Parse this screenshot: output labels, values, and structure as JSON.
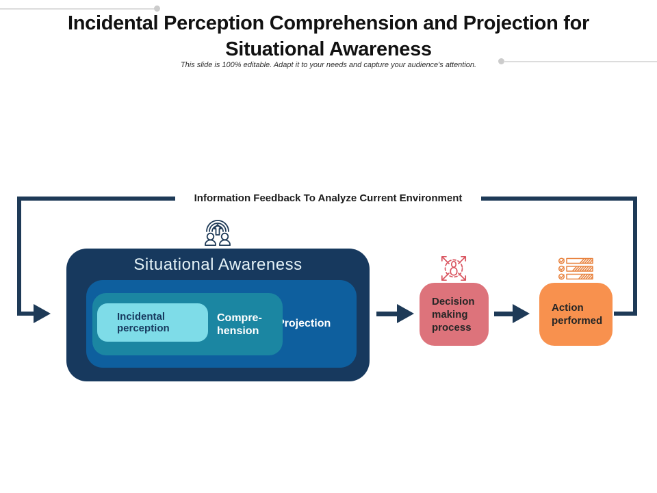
{
  "slide": {
    "title_lines": [
      "Incidental Perception Comprehension and Projection for",
      "Situational Awareness"
    ],
    "subtitle": "This slide is 100% editable. Adapt it to your needs and capture your audience's attention."
  },
  "feedback": {
    "label": "Information Feedback To Analyze Current Environment"
  },
  "awareness": {
    "title": "Situational Awareness",
    "incidental_label": "Incidental perception",
    "comprehension_lines": [
      "Compre-",
      "hension"
    ],
    "projection_label": "Projection",
    "icon": "people-communication-icon"
  },
  "decision": {
    "label": "Decision making process",
    "icon": "decision-arrows-icon"
  },
  "action": {
    "label": "Action performed",
    "icon": "checklist-icon"
  },
  "colors": {
    "line_navy": "#1e3a57",
    "sa_box": "#17395e",
    "projection_box": "#0e5f9e",
    "comprehension_box": "#1b86a2",
    "incidental_box": "#7edce8",
    "decision_box": "#dd737b",
    "action_box": "#f8914e",
    "decision_icon": "#d9545f",
    "action_icon": "#e8823e",
    "title_text": "#111111",
    "decor_gray": "#cccccc"
  }
}
